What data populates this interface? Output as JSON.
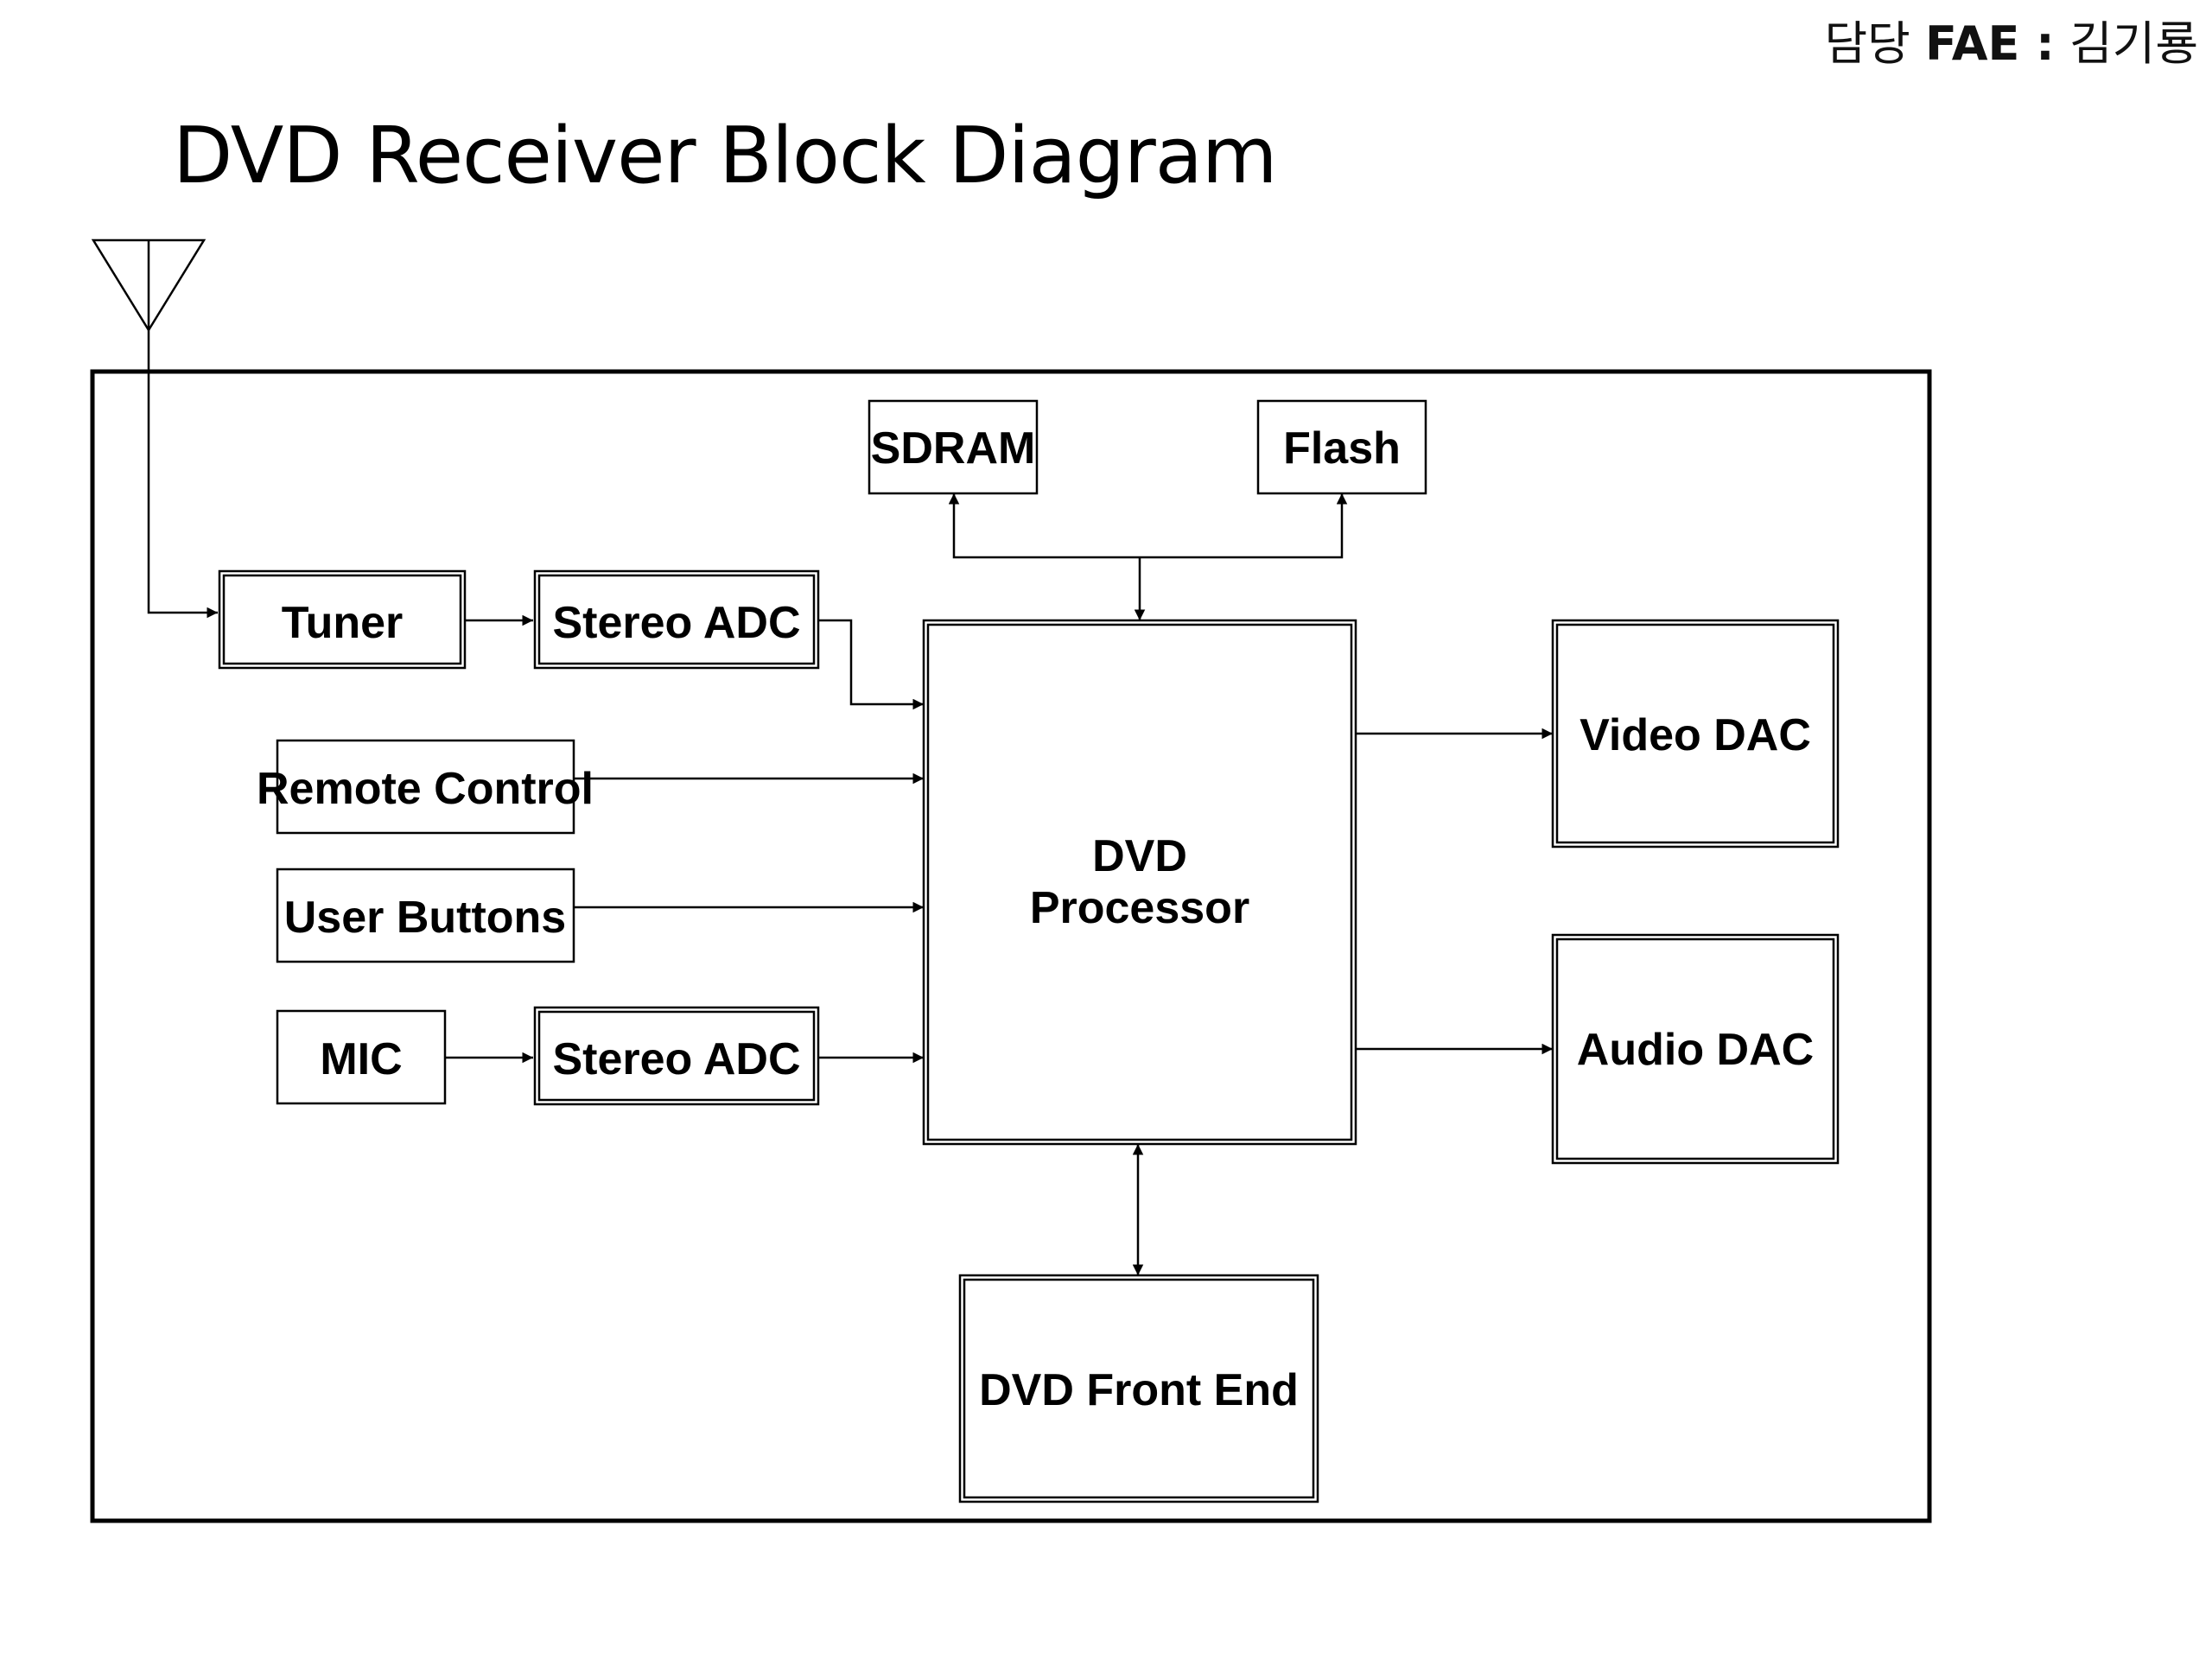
{
  "header": {
    "owner_label": "담당",
    "fae_label": "FAE :",
    "owner_name": "김기룡"
  },
  "title": "DVD Receiver Block Diagram",
  "blocks": {
    "sdram": "SDRAM",
    "flash": "Flash",
    "tuner": "Tuner",
    "stereo_adc_top": "Stereo ADC",
    "remote_control": "Remote Control",
    "user_buttons": "User Buttons",
    "mic": "MIC",
    "stereo_adc_bottom": "Stereo ADC",
    "dvd_processor_line1": "DVD",
    "dvd_processor_line2": "Processor",
    "video_dac": "Video DAC",
    "audio_dac": "Audio DAC",
    "dvd_front_end": "DVD Front End"
  },
  "colors": {
    "line": "#000000",
    "background": "#ffffff"
  }
}
